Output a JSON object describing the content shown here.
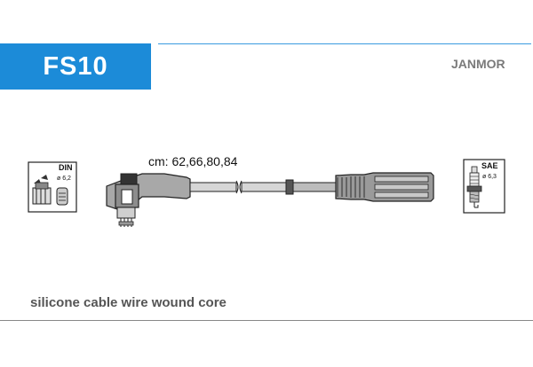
{
  "header": {
    "code": "FS10",
    "brand": "JANMOR",
    "accent_color": "#1c8bd8"
  },
  "diagram": {
    "lengths_label": "cm: 62,66,80,84",
    "distributor_icon": {
      "icon": "distributor-cap-icon",
      "standard": "DIN",
      "size": "ø 6,2"
    },
    "plug_icon": {
      "icon": "spark-plug-icon",
      "standard": "SAE",
      "size": "ø 6,3"
    }
  },
  "footer": {
    "spec": "silicone cable wire wound core"
  }
}
